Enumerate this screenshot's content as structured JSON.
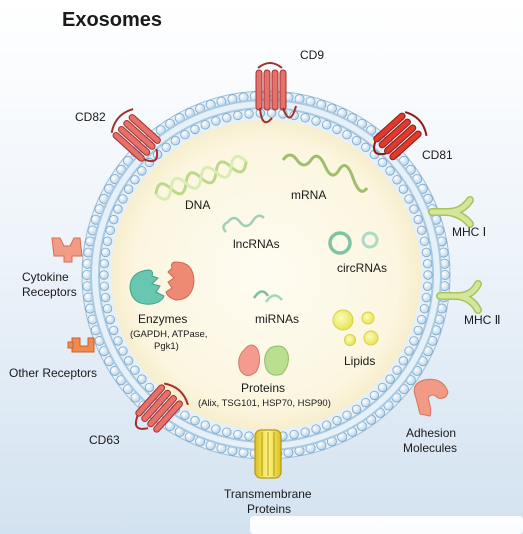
{
  "title": "Exosomes",
  "labels": {
    "cd9": "CD9",
    "cd82": "CD82",
    "cd81": "CD81",
    "cd63": "CD63",
    "mhc1": "MHC Ⅰ",
    "mhc2": "MHC Ⅱ",
    "cytokine_line1": "Cytokine",
    "cytokine_line2": "Receptors",
    "other_receptors": "Other Receptors",
    "adhesion_line1": "Adhesion",
    "adhesion_line2": "Molecules",
    "transmembrane_line1": "Transmembrane",
    "transmembrane_line2": "Proteins",
    "dna": "DNA",
    "mrna": "mRNA",
    "lncrnas": "lncRNAs",
    "circrnas": "circRNAs",
    "mirnas": "miRNAs",
    "lipids": "Lipids",
    "enzymes": "Enzymes",
    "enzymes_detail_1": "(GAPDH, ATPase,",
    "enzymes_detail_2": "Pgk1)",
    "proteins": "Proteins",
    "proteins_detail": "(Alix, TSG101, HSP70, HSP90)"
  },
  "colors": {
    "background_top": "#ffffff",
    "background_bottom": "#d5e4f2",
    "lumen": "#fdf9e8",
    "bead": "#d6e8f6",
    "bead_stroke": "#7aa6c8",
    "tetraspanin": "#e8706b",
    "tetraspanin_dark": "#b9302c",
    "cd81_red": "#e03a2c",
    "green_receptor": "#c8dc8a",
    "orange_receptor": "#e8875a",
    "transmembrane": "#f2e24a",
    "enzyme_teal": "#66c9b2",
    "enzyme_salmon": "#ee8a75",
    "protein_pink": "#f49a8e",
    "protein_green": "#b8dd8e",
    "lipid": "#f0ee7a",
    "circ_rna": "#86c9ae",
    "mirna": "#8fc9b1",
    "dna": "#c9e39b",
    "mrna": "#a7c478"
  }
}
